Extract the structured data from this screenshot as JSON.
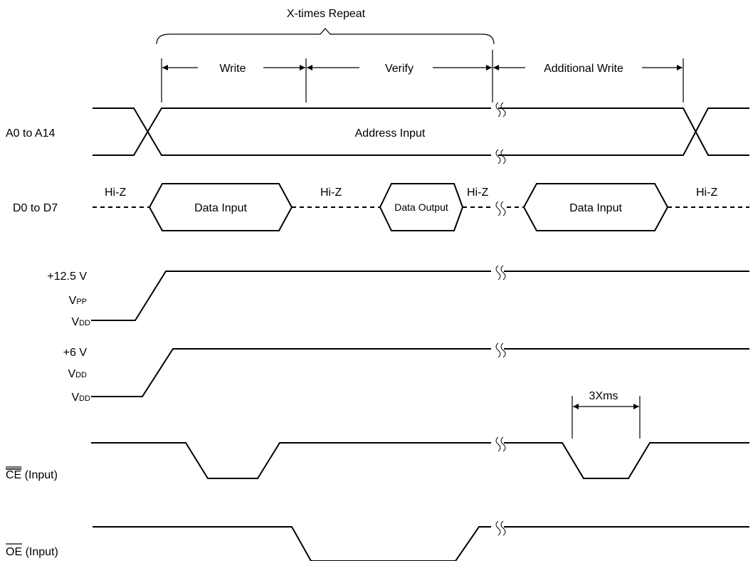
{
  "header": {
    "repeat_label": "X-times Repeat"
  },
  "phases": {
    "write": "Write",
    "verify": "Verify",
    "additional_write": "Additional Write"
  },
  "signals": {
    "address": {
      "name": "A0 to A14",
      "content": "Address Input"
    },
    "data": {
      "name": "D0 to D7",
      "hiz": "Hi-Z",
      "data_input": "Data Input",
      "data_output": "Data Output"
    },
    "vpp": {
      "high": "+12.5 V",
      "name_main": "V",
      "name_sub": "PP",
      "low_main": "V",
      "low_sub": "DD"
    },
    "vdd": {
      "high": "+6 V",
      "name_main": "V",
      "name_sub": "DD",
      "low_main": "V",
      "low_sub": "DD"
    },
    "ce": {
      "bar": "CE",
      "rest": " (Input)"
    },
    "oe": {
      "bar": "OE",
      "rest": " (Input)"
    }
  },
  "timing": {
    "pulse_label": "3Xms"
  }
}
